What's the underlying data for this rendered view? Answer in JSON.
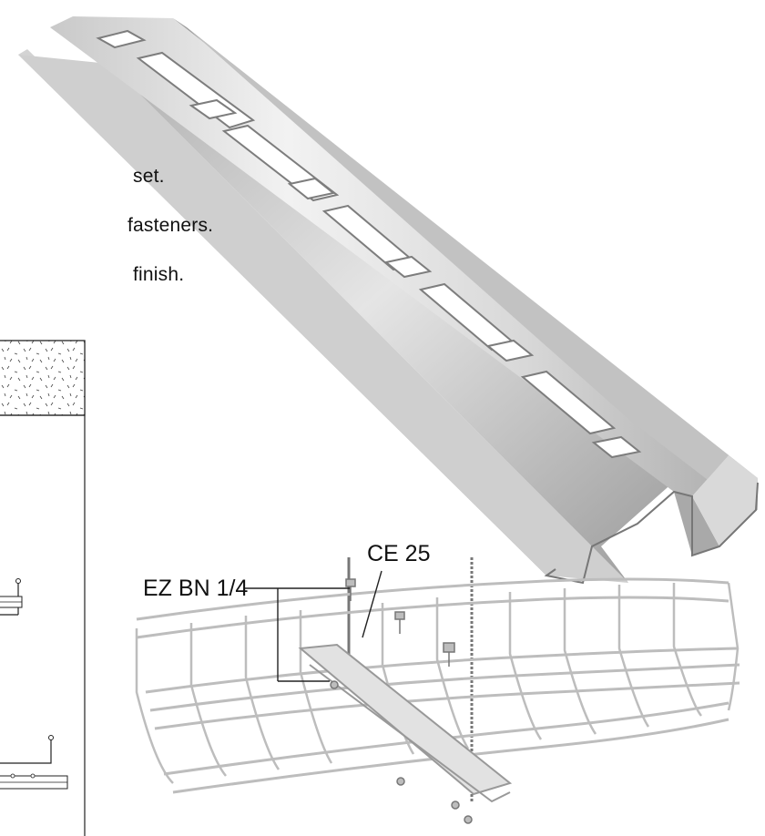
{
  "text_lines": [
    "set.",
    "fasteners.",
    "finish."
  ],
  "callouts": {
    "ce": "CE 25",
    "ez": "EZ BN 1/4"
  },
  "colors": {
    "metal_light": "#e8e8e8",
    "metal_mid": "#b7b7b7",
    "metal_dark": "#7b7b7b",
    "wire": "#c9c9c9",
    "line": "#222222"
  }
}
